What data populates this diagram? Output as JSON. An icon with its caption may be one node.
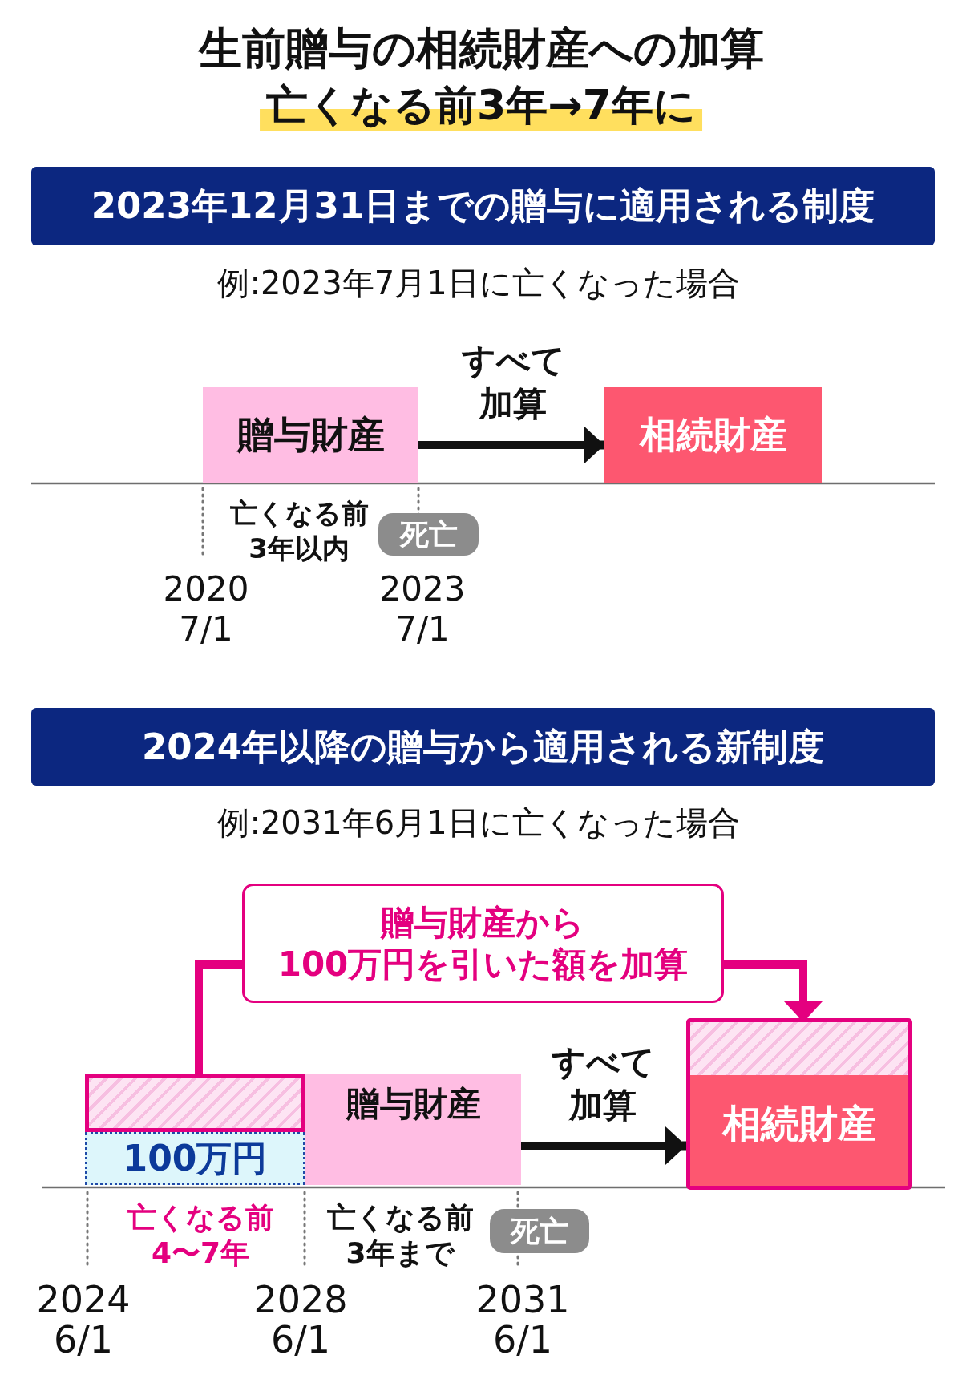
{
  "diagram": {
    "title": "生前贈与の相続財産への加算",
    "nodes": [
      {
        "text": [
          "2023年12月31日までの贈与に適用される制度"
        ]
      },
      {
        "text": [
          "贈与財産"
        ]
      },
      {
        "text": [
          "相続財産"
        ]
      },
      {
        "text": [
          "死亡"
        ]
      },
      {
        "text": [
          "2024年以降の贈与から適用される新制度"
        ]
      },
      {
        "text": [
          "贈与財産から100万円を引いた額を加算"
        ]
      },
      {
        "text": [
          "贈与財産"
        ]
      },
      {
        "text": [],
        "shape": "box",
        "in": 6
      },
      {
        "text": [
          "100万円"
        ],
        "in": 6
      },
      {
        "text": [
          "相続財産"
        ]
      },
      {
        "text": [],
        "shape": "box",
        "in": 9
      },
      {
        "text": [
          "死亡"
        ]
      }
    ],
    "edges": [
      {
        "from": 1,
        "to": 2,
        "arrow": "to",
        "label": "すべて加算"
      },
      {
        "from": 6,
        "to": 9,
        "arrow": "to",
        "label": "すべて加算"
      },
      {
        "from": 7,
        "to": 5,
        "arrow": "none",
        "color": "#e4007f"
      },
      {
        "from": 5,
        "to": 10,
        "arrow": "to",
        "color": "#e4007f"
      }
    ],
    "labels": [
      "亡くなる前3年→7年に",
      "例:2023年7月1日に亡くなった場合",
      "亡くなる前3年以内",
      "2020 7/1",
      "2023 7/1",
      "例:2031年6月1日に亡くなった場合",
      "亡くなる前4〜7年",
      "亡くなる前3年まで",
      "2024 6/1",
      "2028 6/1",
      "2031 6/1"
    ]
  }
}
